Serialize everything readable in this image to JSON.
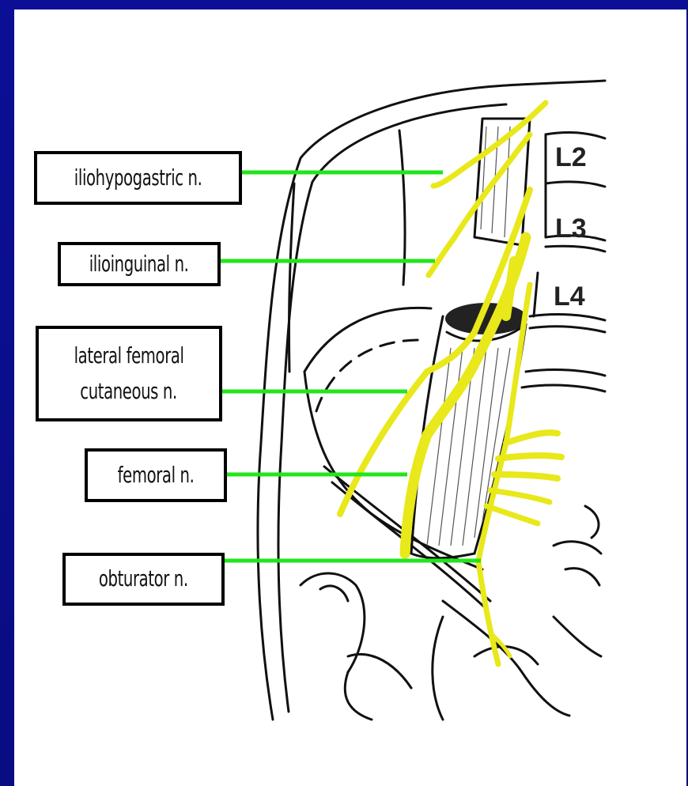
{
  "diagram": {
    "labels": {
      "iliohypogastric": "iliohypogastric n.",
      "ilioinguinal": "ilioinguinal n.",
      "lateral_femoral_line1": "lateral femoral",
      "lateral_femoral_line2": "cutaneous n.",
      "femoral": "femoral n.",
      "obturator": "obturator n."
    },
    "vertebrae": [
      "L2",
      "L3",
      "L4"
    ],
    "colors": {
      "background": "#0b0f8a",
      "leader_line": "#22e51a",
      "nerve": "#e8e81a",
      "outline": "#111111"
    }
  }
}
